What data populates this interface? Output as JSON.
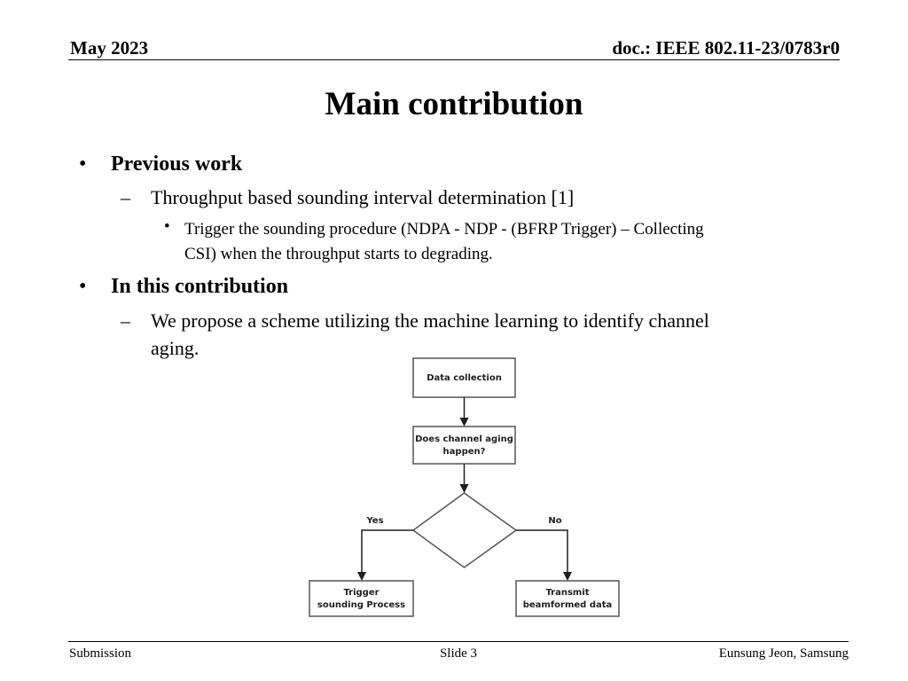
{
  "header": {
    "date": "May 2023",
    "doc": "doc.: IEEE 802.11-23/0783r0"
  },
  "title": "Main contribution",
  "content": {
    "bullets": [
      {
        "marker": "•",
        "text": "Previous work",
        "sub": {
          "marker": "–",
          "text": "Throughput based sounding interval determination [1]",
          "sub": {
            "marker": "•",
            "line1": "Trigger the sounding procedure (NDPA - NDP - (BFRP Trigger) – Collecting",
            "line2": "CSI) when the throughput starts to degrading."
          }
        }
      },
      {
        "marker": "•",
        "text": "In this contribution",
        "sub": {
          "marker": "–",
          "line1": "We propose a scheme utilizing the machine learning to identify channel",
          "line2": "aging."
        }
      }
    ]
  },
  "flowchart": {
    "box1": "Data collection",
    "box2_line1": "Does channel aging",
    "box2_line2": "happen?",
    "yes": "Yes",
    "no": "No",
    "box3_line1": "Trigger",
    "box3_line2": "sounding Process",
    "box4_line1": "Transmit",
    "box4_line2": "beamformed data"
  },
  "footer": {
    "left": "Submission",
    "center": "Slide 3",
    "right": "Eunsung Jeon, Samsung"
  }
}
